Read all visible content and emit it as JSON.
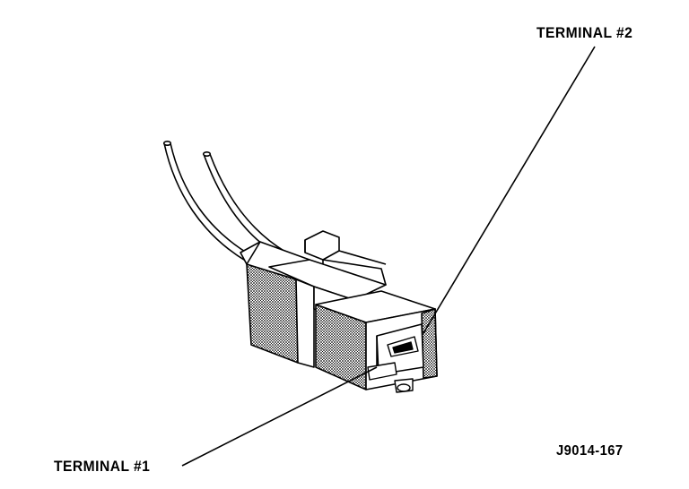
{
  "labels": {
    "terminal_2": "TERMINAL #2",
    "terminal_1": "TERMINAL #1",
    "figure_id": "J9014-167"
  },
  "colors": {
    "ink": "#000000",
    "shade": "#9a9a9a",
    "paper": "#ffffff"
  }
}
